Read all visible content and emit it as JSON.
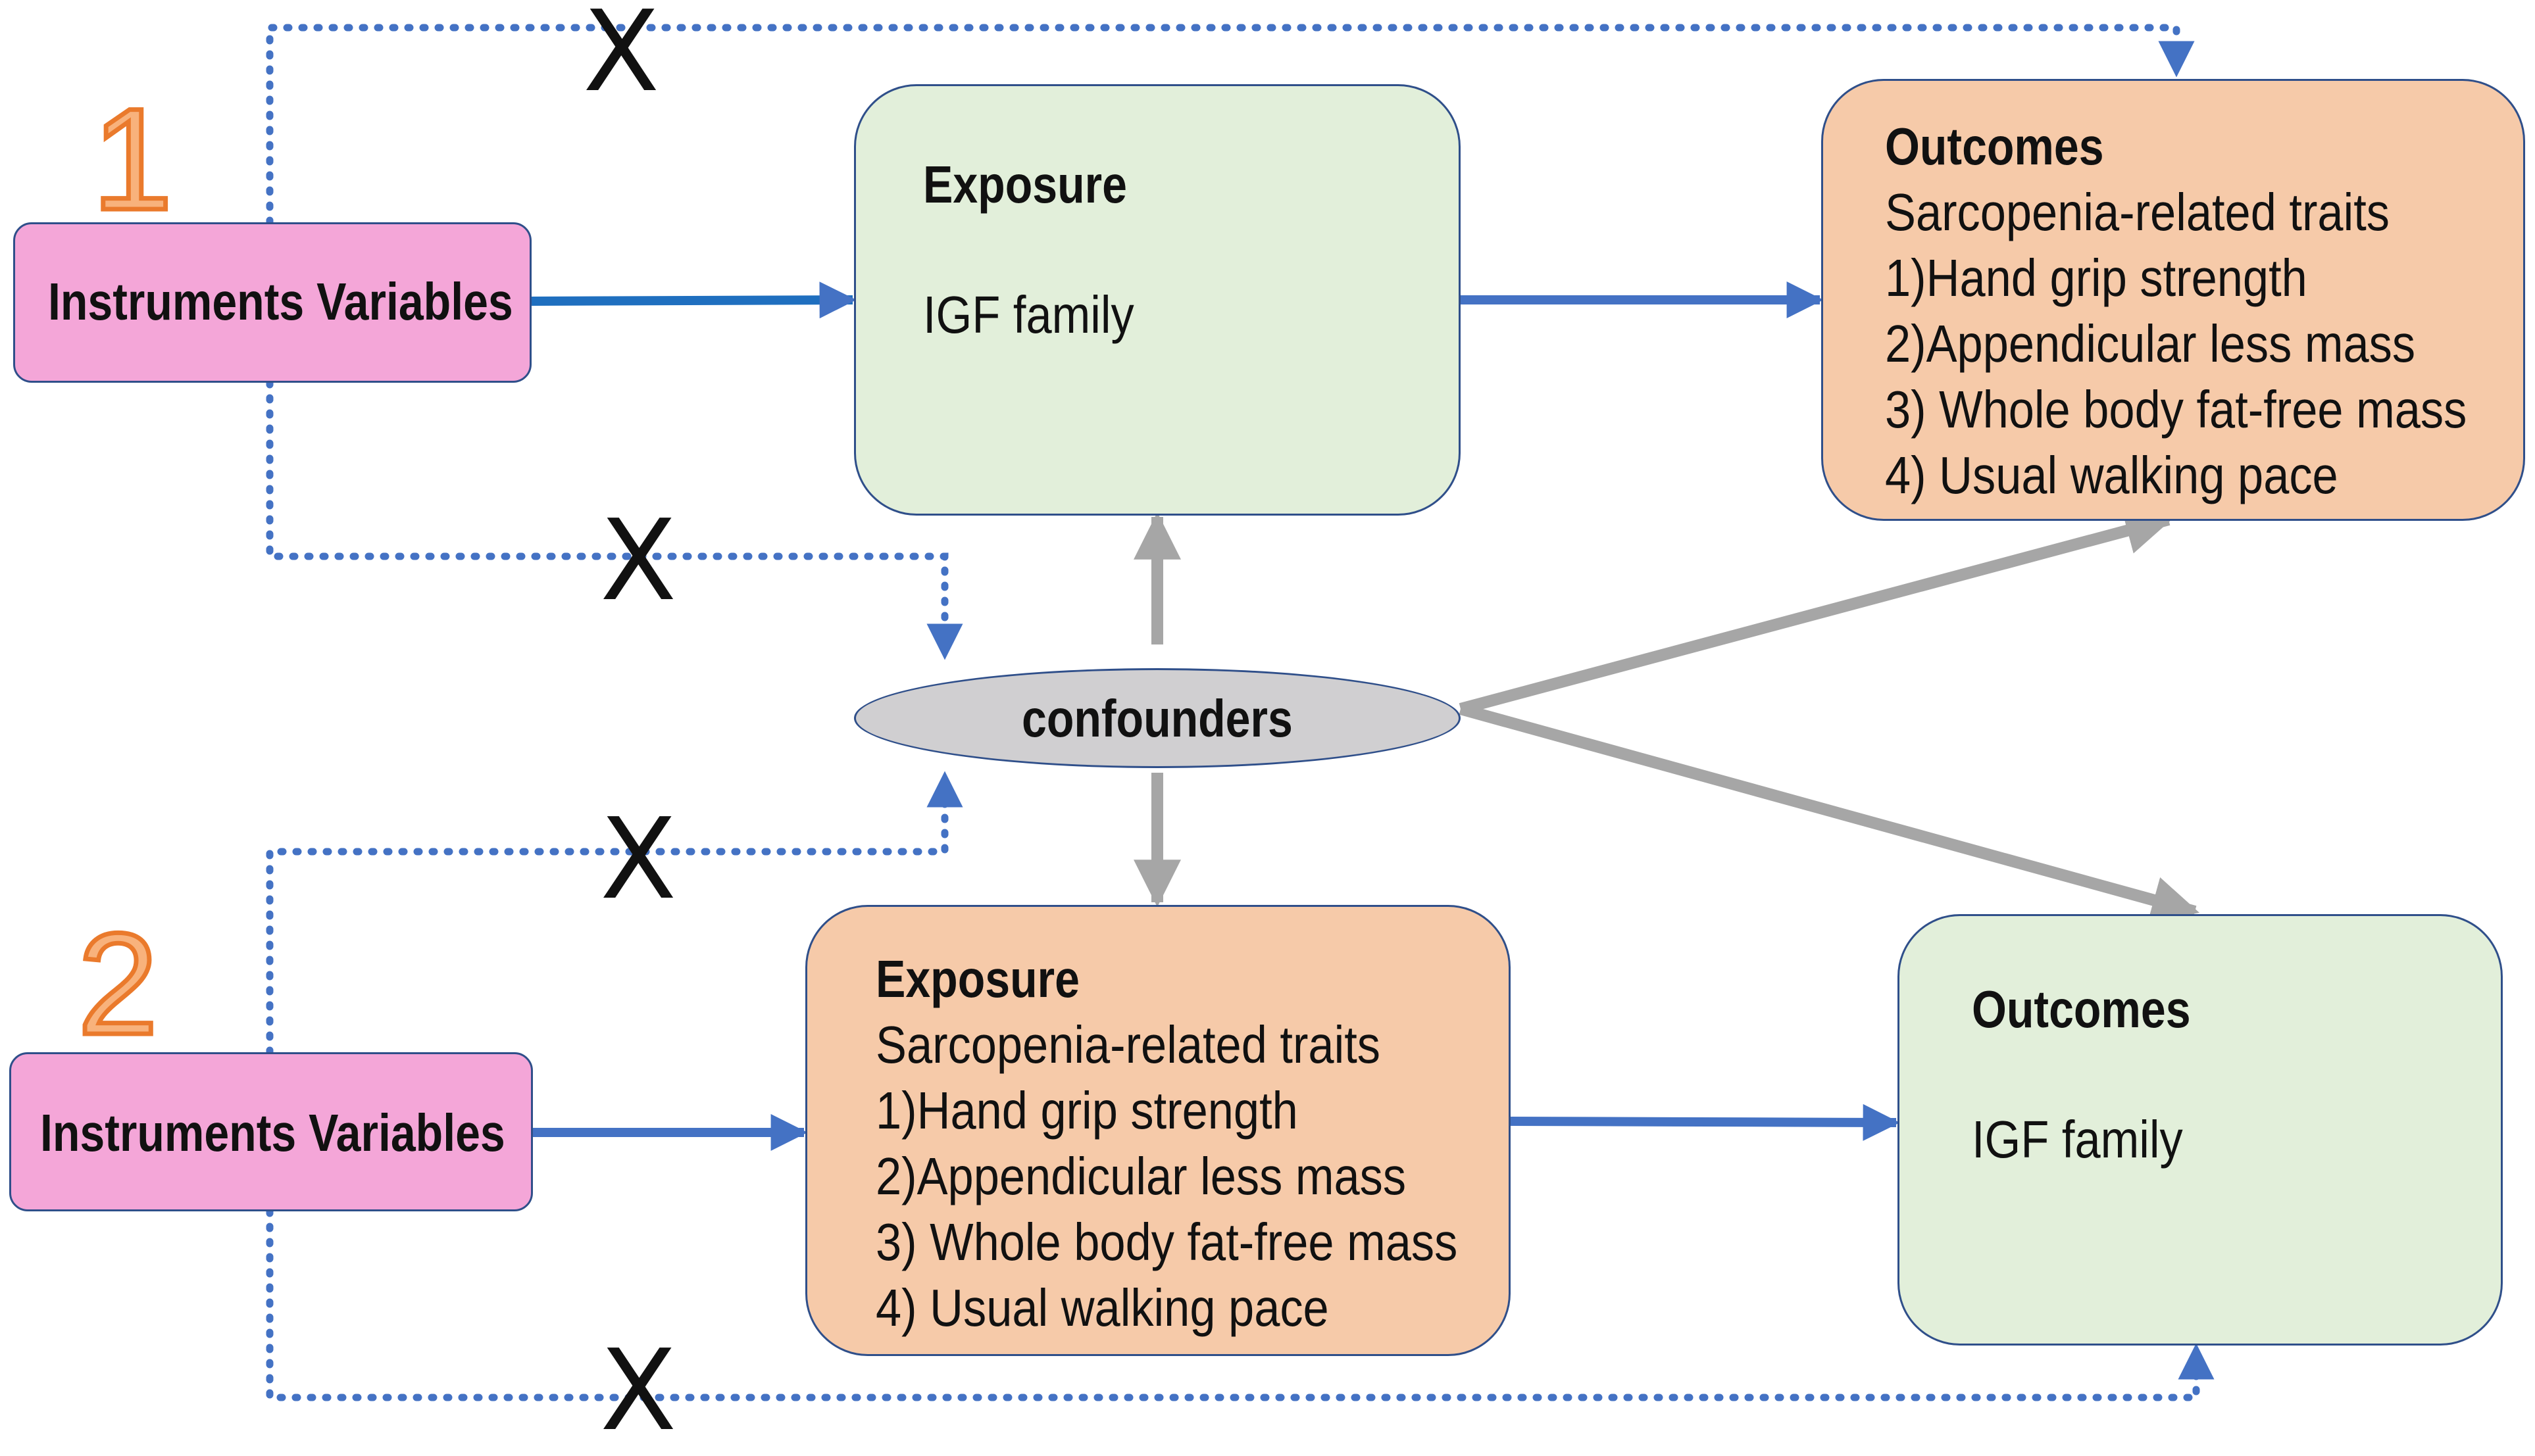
{
  "colors": {
    "iv_box": "#f4a6d8",
    "green_box": "#e2efda",
    "peach_box": "#f6caa9",
    "confounder": "#d0cfd1",
    "blue_arrow": "#4472c4",
    "gray_arrow": "#a6a6a6",
    "step_number": "#ea7a2c"
  },
  "scenario1": {
    "number": "1",
    "iv_label": "Instruments Variables",
    "exposure": {
      "title": "Exposure",
      "body": "IGF family"
    },
    "outcomes": {
      "title": "Outcomes",
      "subtitle": "Sarcopenia-related traits",
      "items": [
        "1)Hand grip strength",
        "2)Appendicular less mass",
        "3) Whole body fat-free mass",
        "4) Usual walking pace"
      ]
    }
  },
  "scenario2": {
    "number": "2",
    "iv_label": "Instruments Variables",
    "exposure": {
      "title": "Exposure",
      "subtitle": "Sarcopenia-related traits",
      "items": [
        "1)Hand grip strength",
        "2)Appendicular less mass",
        "3) Whole body fat-free mass",
        "4) Usual walking pace"
      ]
    },
    "outcomes": {
      "title": "Outcomes",
      "body": "IGF family"
    }
  },
  "confounders_label": "confounders",
  "x_marks": [
    "X",
    "X",
    "X",
    "X"
  ]
}
